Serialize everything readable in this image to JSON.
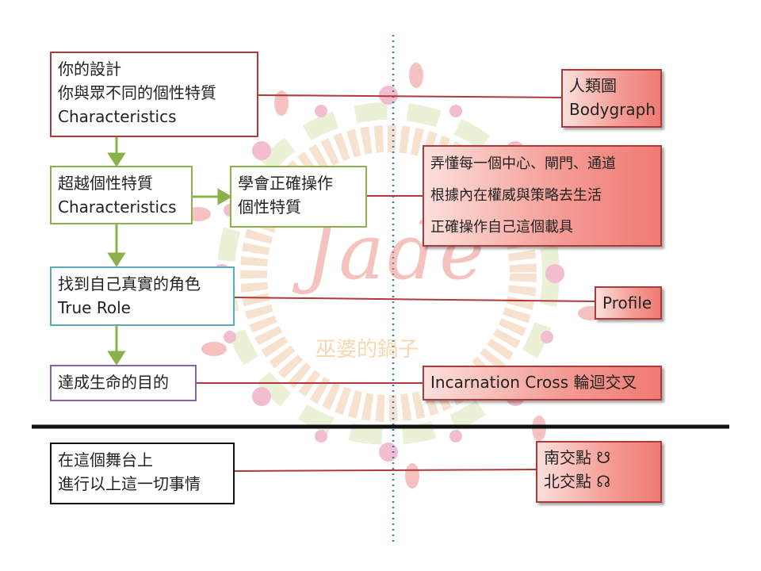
{
  "left": {
    "box1": [
      "你的設計",
      "你與眾不同的個性特質",
      "Characteristics"
    ],
    "box2": [
      "超越個性特質",
      "Characteristics"
    ],
    "box3": [
      "學會正確操作",
      "個性特質"
    ],
    "box4": [
      "找到自己真實的角色",
      "True Role"
    ],
    "box5": [
      "達成生命的目的"
    ],
    "box6": [
      "在這個舞台上",
      "進行以上這一切事情"
    ]
  },
  "right": {
    "r1": [
      "人類圖",
      "Bodygraph"
    ],
    "r2": [
      "弄懂每一個中心、閘門、通道",
      "根據內在權威與策略去生活",
      "正確操作自己這個載具"
    ],
    "r3": [
      "Profile"
    ],
    "r4": [
      "Incarnation Cross 輪迴交叉"
    ],
    "r5": [
      "南交點 ☋",
      "北交點 ☊"
    ]
  },
  "watermark": {
    "logo": "Jade",
    "sub": "巫婆的鍋子"
  },
  "colors": {
    "red_border": "#b03a3a",
    "green_border": "#8cb04a",
    "teal_border": "#5fa9bd",
    "purple_border": "#8a62a8",
    "black_border": "#111111",
    "arrow_green": "#8cb04a"
  }
}
